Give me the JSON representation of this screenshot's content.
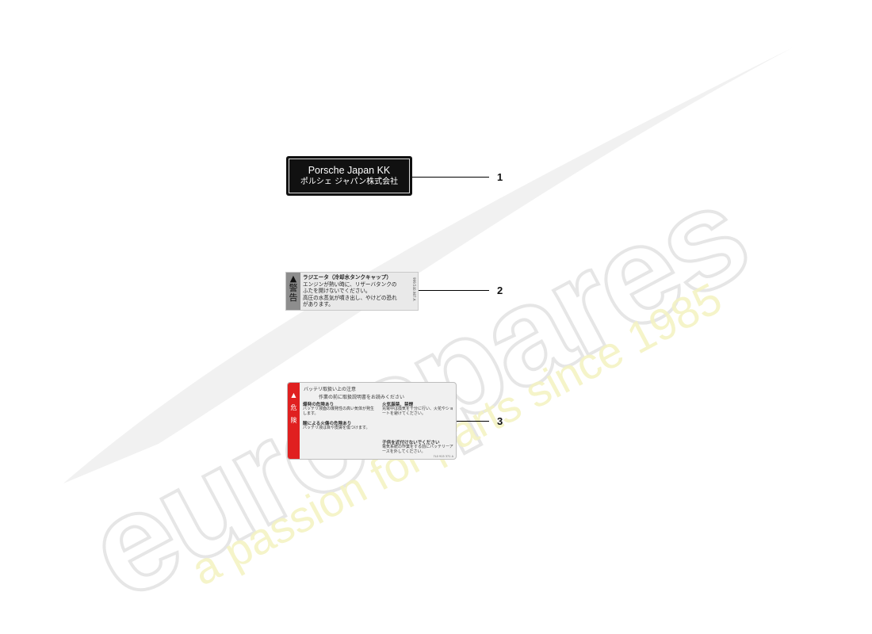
{
  "watermark": {
    "brand": "eurospares",
    "tagline": "a passion for parts since 1985"
  },
  "labels": [
    {
      "callout": "1",
      "line1": "Porsche Japan KK",
      "line2": "ポルシェ ジャパン株式会社"
    },
    {
      "callout": "2",
      "side_top": "警",
      "side_bottom": "告",
      "title": "ラジエータ（冷却水タンクキャップ）",
      "lines": [
        "エンジンが熱い時に、リザーバタンクの",
        "ふたを開けないでください。",
        "高圧の水蒸気が噴き出し、やけどの恐れ",
        "があります。"
      ],
      "code": "999.540.987.A"
    },
    {
      "callout": "3",
      "side_top": "危",
      "side_bottom": "険",
      "header": "バッテリ取扱い上の注意",
      "subheader": "作業の前に取扱説明書をお読みください",
      "blocks": [
        {
          "title": "爆発の危険あり",
          "text": "バッテリ液面の爆発性の高い気体が発生します。"
        },
        {
          "title": "火気厳禁、禁煙",
          "text": "充電中は換気を十分に行い、火花やショートを避けてください。"
        },
        {
          "title": "酸による火傷の危険あり",
          "text": "バッテリ液は目や皮膚を傷つけます。"
        },
        {
          "title": "子供を近付けないでください",
          "text": "電気系統の作業をする前にバッテリーアースを外してください。"
        }
      ],
      "code": "7L0 915 371 A"
    }
  ]
}
